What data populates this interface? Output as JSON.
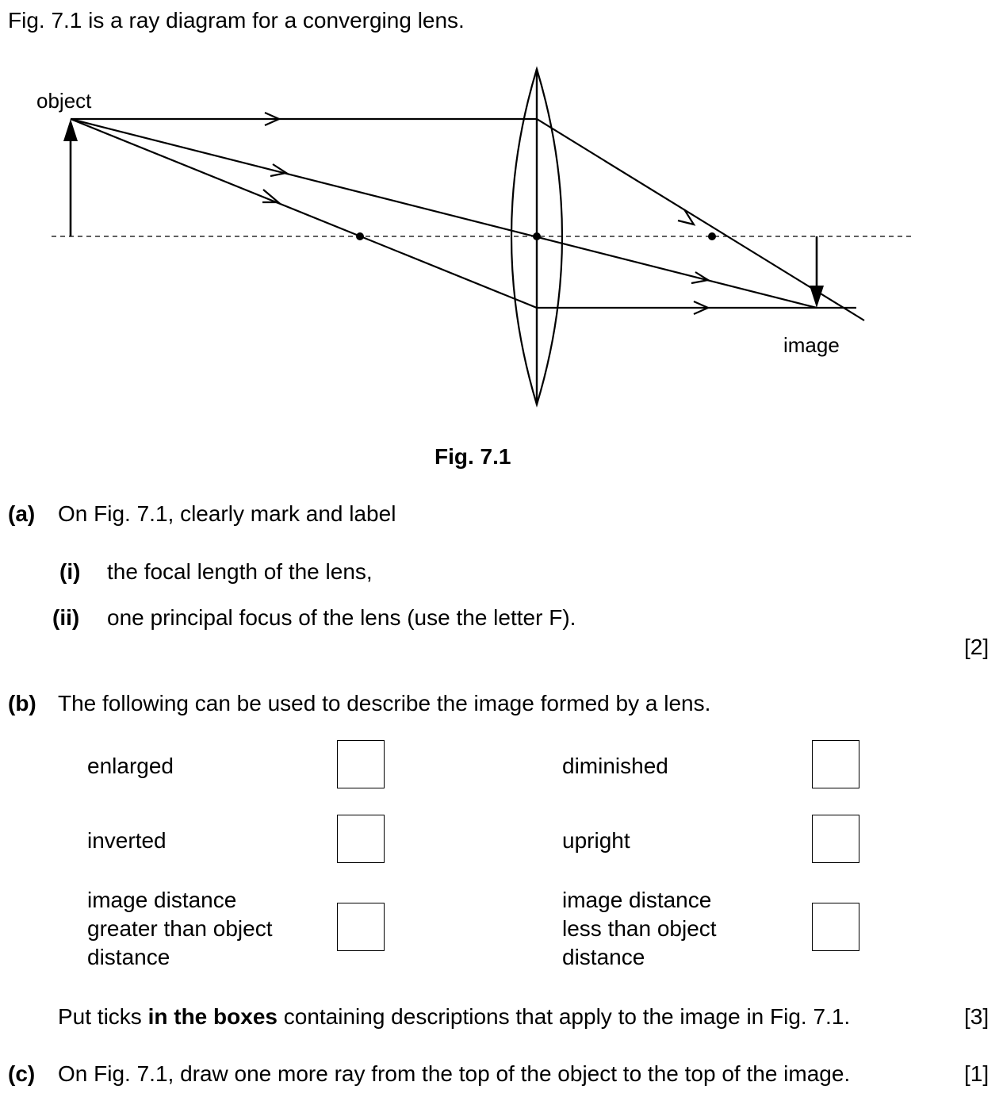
{
  "intro": "Fig. 7.1 is a ray diagram for a converging lens.",
  "diagram": {
    "object_label": "object",
    "image_label": "image",
    "caption": "Fig. 7.1"
  },
  "part_a": {
    "label": "(a)",
    "text": "On Fig. 7.1, clearly mark and label",
    "i_label": "(i)",
    "i_text": "the focal length of the lens,",
    "ii_label": "(ii)",
    "ii_text": "one principal focus of the lens (use the letter F).",
    "marks": "[2]"
  },
  "part_b": {
    "label": "(b)",
    "text": "The following can be used to describe the image formed by a lens.",
    "options": [
      {
        "lines": [
          "enlarged"
        ]
      },
      {
        "lines": [
          "diminished"
        ]
      },
      {
        "lines": [
          "inverted"
        ]
      },
      {
        "lines": [
          "upright"
        ]
      },
      {
        "lines": [
          "image distance",
          "greater than object",
          "distance"
        ]
      },
      {
        "lines": [
          "image distance",
          "less than object",
          "distance"
        ]
      }
    ],
    "instruction_pre": "Put ticks ",
    "instruction_bold": "in the boxes",
    "instruction_post": " containing descriptions that apply to the image in Fig. 7.1.",
    "marks": "[3]"
  },
  "part_c": {
    "label": "(c)",
    "text": "On Fig. 7.1, draw one more ray from the top of the object to the top of the image.",
    "marks": "[1]"
  }
}
